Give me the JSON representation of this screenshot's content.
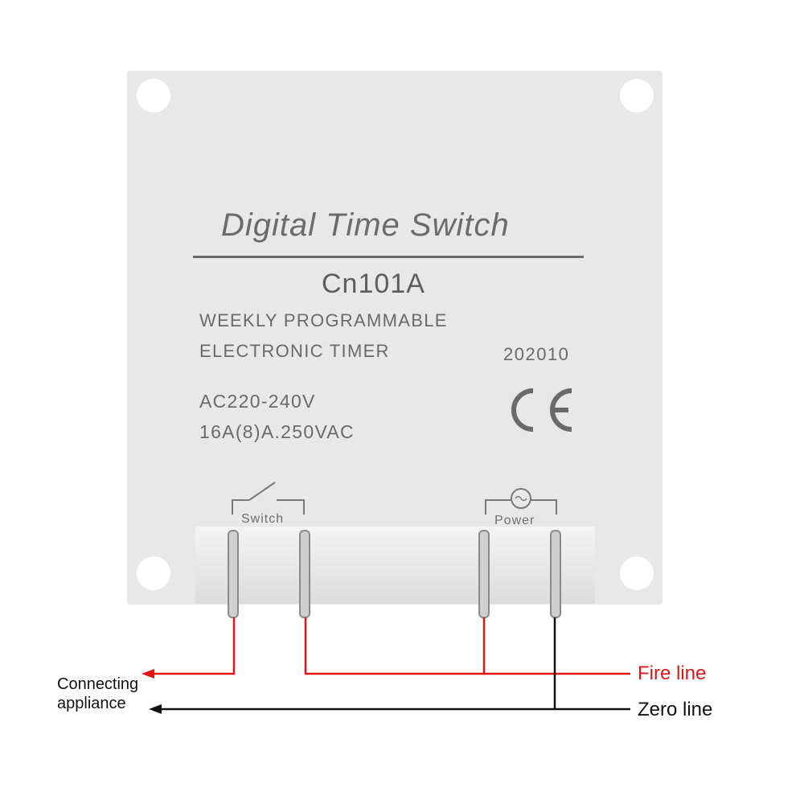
{
  "device": {
    "title": "Digital Time Switch",
    "model": "Cn101A",
    "description_line1": "WEEKLY PROGRAMMABLE",
    "description_line2": "ELECTRONIC TIMER",
    "code": "202010",
    "certification": "CE",
    "voltage": "AC220-240V",
    "rating": "16A(8)A.250VAC",
    "switch_label": "Switch",
    "power_label": "Power"
  },
  "wiring": {
    "appliance_label_line1": "Connecting",
    "appliance_label_line2": "appliance",
    "fire_line_label": "Fire line",
    "zero_line_label": "Zero line",
    "fire_color": "#e01515",
    "zero_color": "#111111"
  }
}
